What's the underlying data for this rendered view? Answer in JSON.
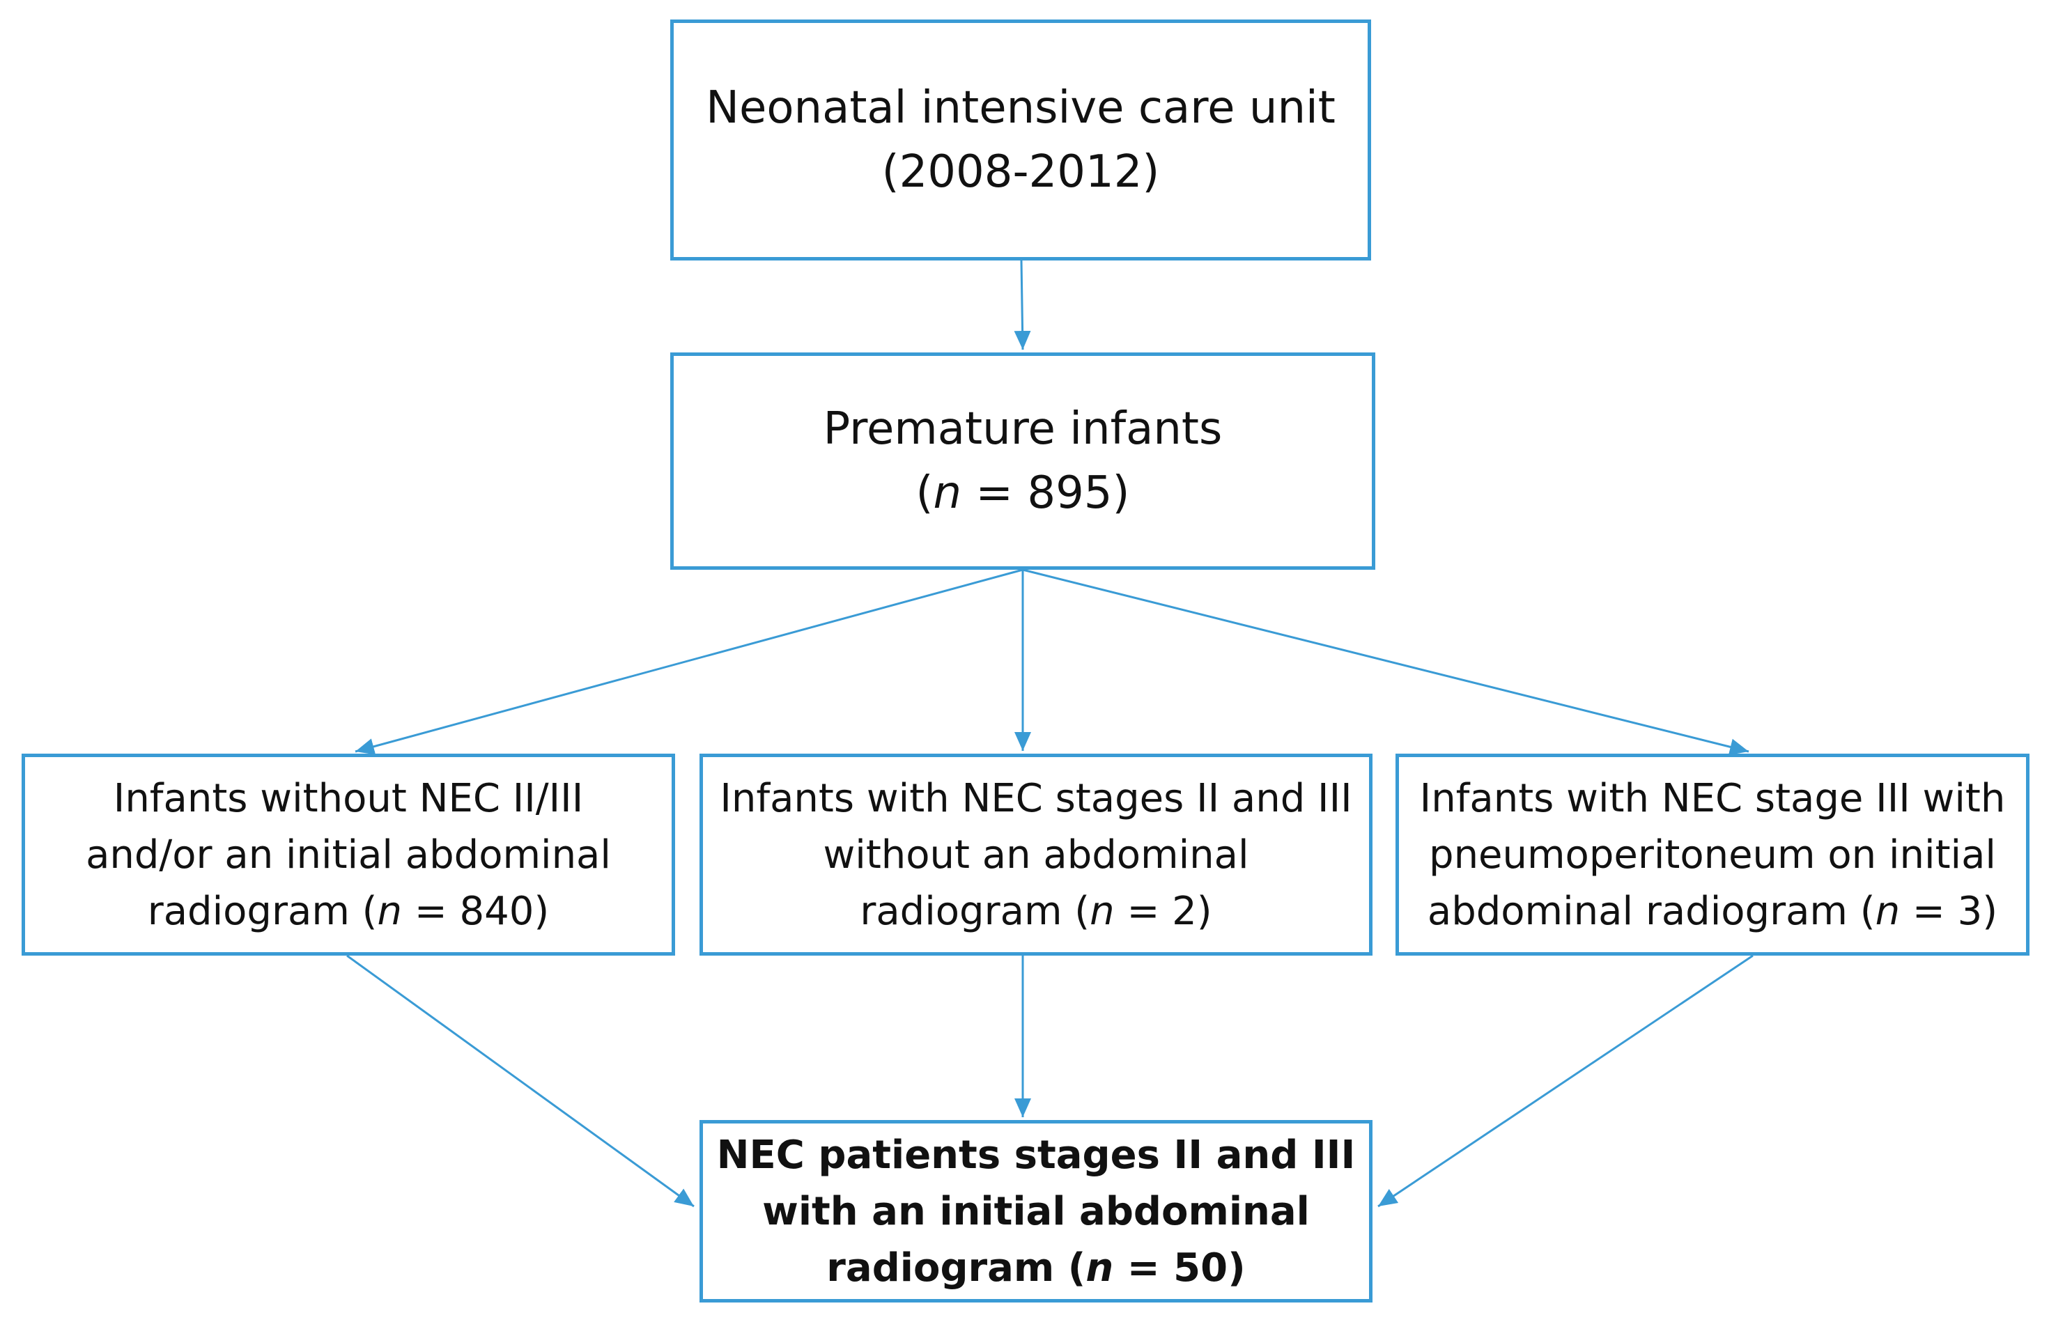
{
  "colors": {
    "border": "#3a9bd5",
    "arrow": "#3a9bd5",
    "text": "#111111",
    "background": "#ffffff"
  },
  "boxes": {
    "nicu": {
      "line1": "Neonatal intensive care unit",
      "line2": "(2008-2012)"
    },
    "premature": {
      "line1": "Premature infants",
      "open": "(",
      "n_symbol": "n",
      "rest": " = 895)"
    },
    "without_nec": {
      "line1": "Infants  without NEC II/III",
      "line2": "and/or an initial abdominal",
      "line3_prefix": "radiogram (",
      "n_symbol": "n",
      "line3_suffix": " = 840)"
    },
    "nec_no_radiogram": {
      "line1": "Infants with NEC stages II and III",
      "line2": "without an abdominal",
      "line3_prefix": "radiogram (",
      "n_symbol": "n",
      "line3_suffix": " = 2)"
    },
    "nec_pneumo": {
      "line1": "Infants with NEC stage III with",
      "line2": "pneumoperitoneum on initial",
      "line3_prefix": "abdominal radiogram (",
      "n_symbol": "n",
      "line3_suffix": " = 3)"
    },
    "final": {
      "line1": "NEC patients stages II and III",
      "line2": "with an initial abdominal",
      "line3_prefix": "radiogram (",
      "n_symbol": "n",
      "line3_suffix": " = 50)"
    }
  }
}
